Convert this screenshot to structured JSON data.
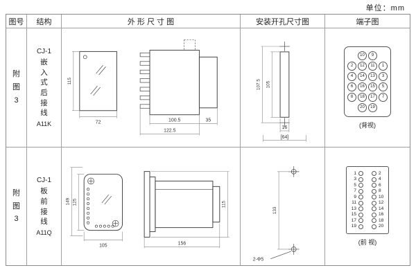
{
  "unit_label": "单位：mm",
  "header": {
    "fig": "图号",
    "structure": "结构",
    "outline": "外 形 尺 寸 图",
    "install": "安装开孔尺寸图",
    "terminal": "端子图"
  },
  "rows": [
    {
      "fig_no": "附\n图\n3",
      "structure_type": "CJ-1",
      "structure_desc": "嵌\n入\n式\n后\n接\n线",
      "structure_model": "A11K",
      "outline_dims": {
        "front_height": "115",
        "front_width": "72",
        "side_depth_inner": "100.5",
        "side_depth_outer": "122.5",
        "side_rear": "35"
      },
      "install_dims": {
        "outer_height": "107.5",
        "inner_height": "105",
        "slot_width": "16",
        "span": "[64]"
      },
      "terminal": {
        "view_label": "(背视)",
        "grid": [
          [
            10,
            9
          ],
          [
            2,
            12,
            11,
            1
          ],
          [
            4,
            14,
            13,
            3
          ],
          [
            6,
            16,
            15,
            5
          ],
          [
            8,
            18,
            17,
            7
          ],
          [
            20,
            19
          ]
        ]
      }
    },
    {
      "fig_no": "附\n图\n3",
      "structure_type": "CJ-1",
      "structure_desc": "板\n前\n接\n线",
      "structure_model": "A11Q",
      "outline_dims": {
        "front_height_outer": "149",
        "front_height_inner": "125",
        "front_width": "105",
        "side_length": "156",
        "side_height": "115"
      },
      "install_dims": {
        "hole_spacing": "133",
        "holes_note": "2-Φ5"
      },
      "terminal": {
        "view_label": "(前 视)",
        "left": [
          1,
          3,
          5,
          7,
          9,
          11,
          13,
          15,
          17,
          19
        ],
        "right": [
          2,
          4,
          6,
          8,
          10,
          12,
          14,
          16,
          18,
          20
        ]
      }
    }
  ]
}
